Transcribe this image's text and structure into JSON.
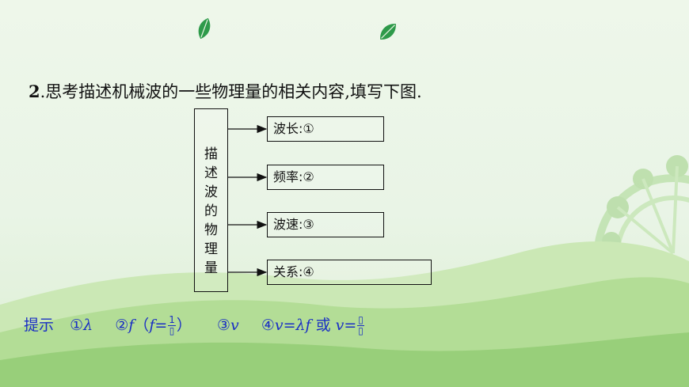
{
  "question": {
    "number": "2",
    "text": ".思考描述机械波的一些物理量的相关内容,填写下图."
  },
  "diagram": {
    "left_chars": [
      "描",
      "述",
      "波",
      "的",
      "物",
      "理",
      "量"
    ],
    "items": [
      {
        "label": "波长",
        "blank": "①"
      },
      {
        "label": "频率",
        "blank": "②"
      },
      {
        "label": "波速",
        "blank": "③"
      },
      {
        "label": "关系",
        "blank": "④"
      }
    ],
    "separator": ":"
  },
  "hint": {
    "label": "提示",
    "a1_mark": "①",
    "a1": "λ",
    "a2_mark": "②",
    "a2": "f",
    "a2_open": "（",
    "a2_f": "f",
    "a2_eq": "=",
    "a2_num": "1",
    "a2_den": "▯",
    "a2_close": "）",
    "a3_mark": "③",
    "a3": "v",
    "a4_mark": "④",
    "a4_v": "v",
    "a4_eq": "=",
    "a4_lf": "λf",
    "a4_or": "或",
    "a4_v2": "v",
    "a4_eq2": "=",
    "a4_num": "▯",
    "a4_den": "▯"
  },
  "colors": {
    "hint": "#1a2fc4",
    "leaf": "#2e9a4a",
    "hill_light": "#b9df9f",
    "hill_mid": "#9fd07f",
    "hill_dark": "#7fc061"
  }
}
